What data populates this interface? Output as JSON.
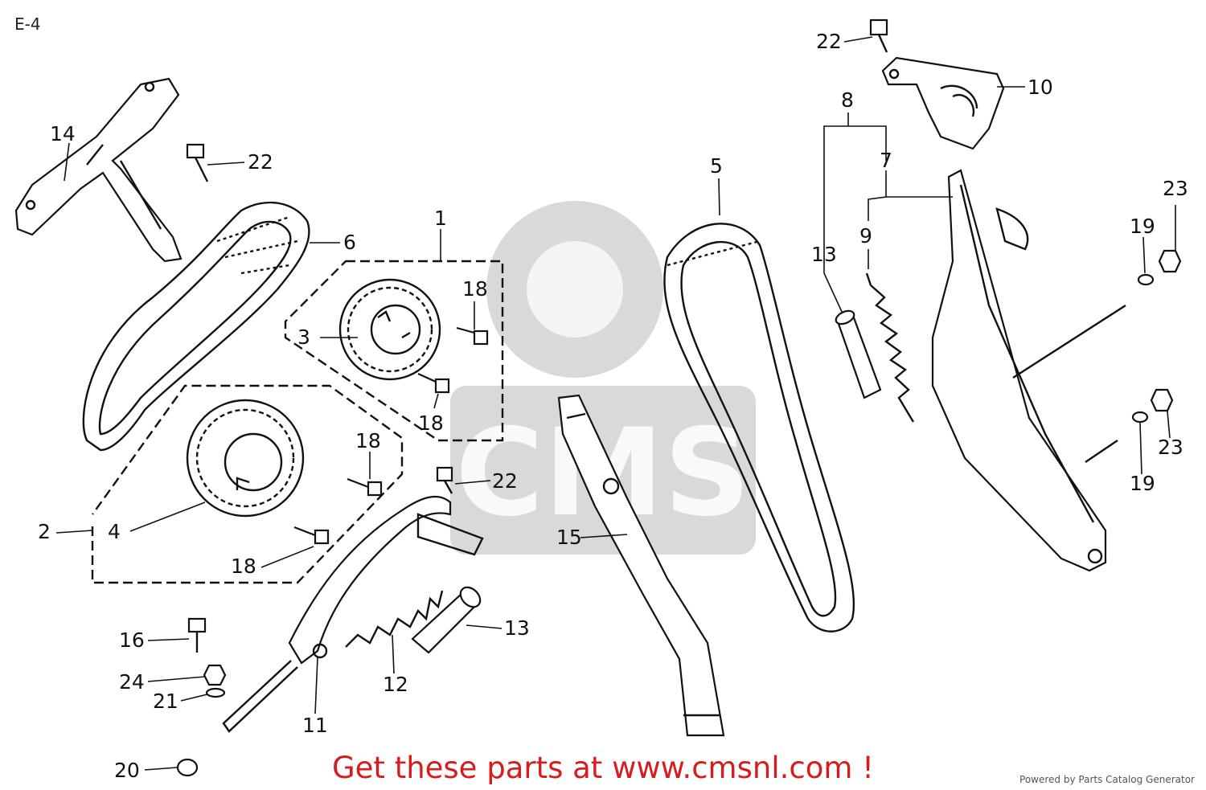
{
  "page_code": "E-4",
  "cta_text": "Get these parts at www.cmsnl.com !",
  "footer_text": "Powered by Parts Catalog Generator",
  "watermark": "CMS",
  "colors": {
    "cta": "#d81c1c",
    "ink": "#111111",
    "watermark": "#b9b9b9"
  },
  "callouts": {
    "c1": "1",
    "c2": "2",
    "c3": "3",
    "c4": "4",
    "c5": "5",
    "c6": "6",
    "c7": "7",
    "c8": "8",
    "c9": "9",
    "c10": "10",
    "c11": "11",
    "c12": "12",
    "c13a": "13",
    "c13b": "13",
    "c14": "14",
    "c15": "15",
    "c16": "16",
    "c18a": "18",
    "c18b": "18",
    "c18c": "18",
    "c18d": "18",
    "c19a": "19",
    "c19b": "19",
    "c20": "20",
    "c21": "21",
    "c22a": "22",
    "c22b": "22",
    "c22c": "22",
    "c23a": "23",
    "c23b": "23",
    "c24": "24"
  }
}
